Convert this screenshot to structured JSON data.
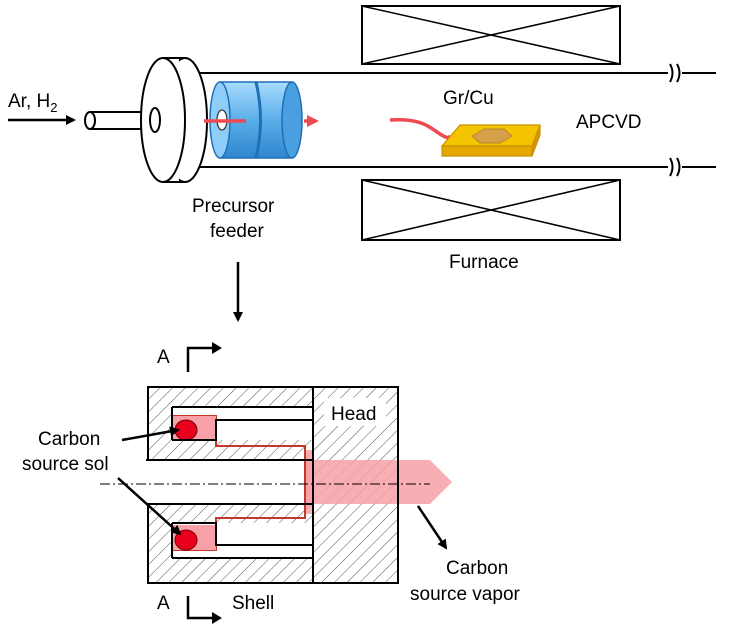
{
  "labels": {
    "gas_inlet": "Ar, H",
    "gas_inlet_sub": "2",
    "gr_cu": "Gr/Cu",
    "apcvd": "APCVD",
    "precursor_line1": "Precursor",
    "precursor_line2": "feeder",
    "furnace": "Furnace",
    "section_a_top": "A",
    "section_a_bottom": "A",
    "head": "Head",
    "shell": "Shell",
    "carbon_sol_line1": "Carbon",
    "carbon_sol_line2": "source sol",
    "carbon_vapor_line1": "Carbon",
    "carbon_vapor_line2": "source vapor"
  },
  "colors": {
    "feeder_blue": "#5aaee8",
    "sol_red": "#e8001e",
    "vapor_pink": "#f7a0a8",
    "flow_arrow": "#ef4a50",
    "substrate_yellow": "#f5c400",
    "graphene_gold": "#d6a04a"
  }
}
